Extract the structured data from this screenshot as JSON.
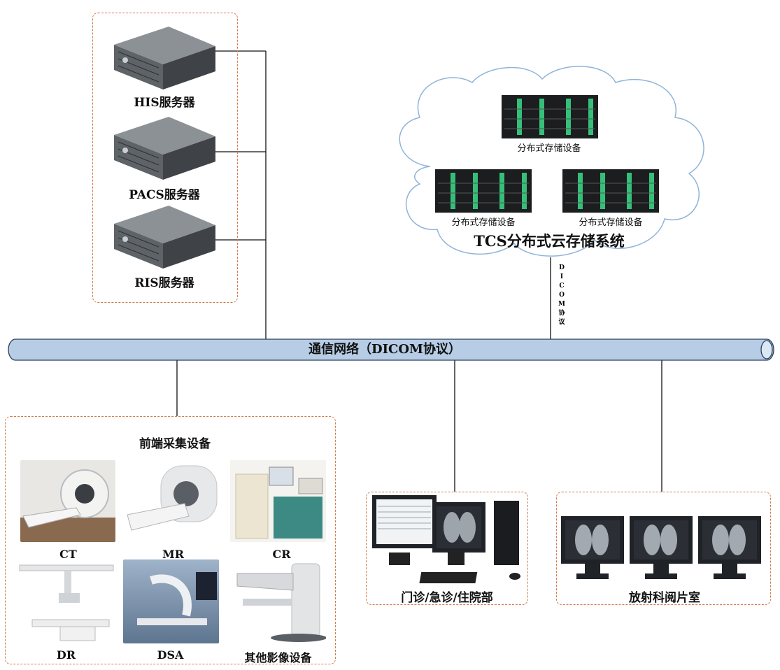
{
  "servers": [
    {
      "label": "HIS服务器"
    },
    {
      "label": "PACS服务器"
    },
    {
      "label": "RIS服务器"
    }
  ],
  "cloud": {
    "title": "TCS分布式云存储系统",
    "storage": [
      {
        "label": "分布式存储设备"
      },
      {
        "label": "分布式存储设备"
      },
      {
        "label": "分布式存储设备"
      }
    ],
    "link_label": [
      "D",
      "I",
      "C",
      "O",
      "M",
      "协",
      "议"
    ]
  },
  "network": {
    "label": "通信网络（DICOM协议）"
  },
  "frontend": {
    "title": "前端采集设备",
    "devices": [
      {
        "label": "CT"
      },
      {
        "label": "MR"
      },
      {
        "label": "CR"
      },
      {
        "label": "DR"
      },
      {
        "label": "DSA"
      },
      {
        "label": "其他影像设备"
      }
    ]
  },
  "clinic": {
    "label": "门诊/急诊/住院部"
  },
  "radiology": {
    "label": "放射科阅片室"
  },
  "colors": {
    "dash_border": "#d07a4a",
    "cloud_stroke": "#8fb4d9",
    "pipe_fill": "#b7cde6",
    "pipe_stroke": "#2a3f5a",
    "storage_led": "#35c07a"
  }
}
